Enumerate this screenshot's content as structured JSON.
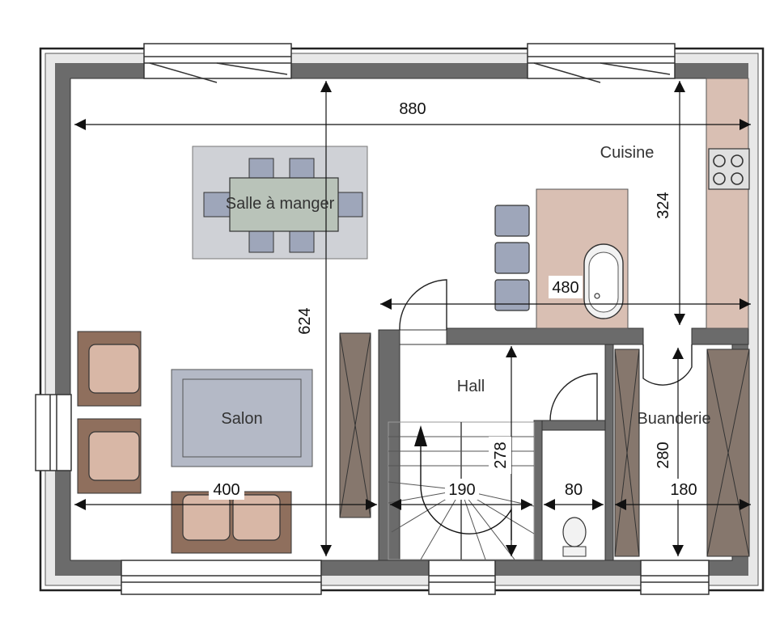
{
  "colors": {
    "wall": "#6b6b6b",
    "wall_dark": "#2b2b2b",
    "insulation": "#e6e6e6",
    "floor": "#ffffff",
    "counter": "#d9bfb3",
    "closet": "#86776d",
    "rug": "#b4b9c6",
    "table": "#b9c3b9",
    "chair": "#9ea6ba",
    "sofa": "#d8b7a6",
    "sofa_frame": "#8f6f5d"
  },
  "rooms": {
    "salle": "Salle à manger",
    "cuisine": "Cuisine",
    "salon": "Salon",
    "hall": "Hall",
    "buanderie": "Buanderie"
  },
  "dimensions": {
    "total_width": "880",
    "total_height": "624",
    "kitchen_height": "324",
    "kitchen_width": "480",
    "living_width": "400",
    "hall_width": "190",
    "hall_height": "278",
    "wc_width": "80",
    "laundry_width": "180",
    "laundry_height": "280"
  }
}
